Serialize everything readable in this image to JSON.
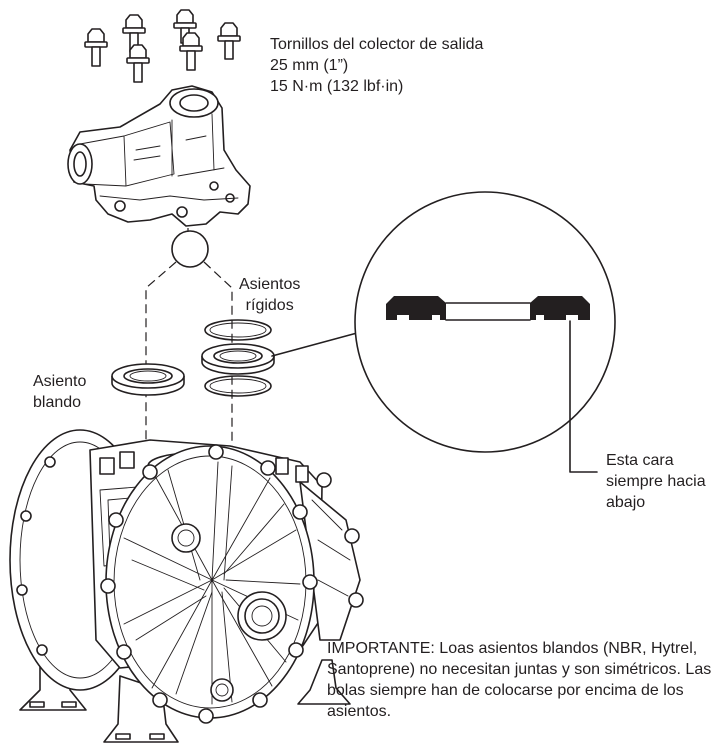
{
  "labels": {
    "screws": {
      "line1": "Tornillos del colector de salida",
      "line2": "25 mm (1”)",
      "line3": "15 N·m (132 lbf·in)"
    },
    "rigid_seats": {
      "line1": "Asientos",
      "line2": "rígidos"
    },
    "soft_seat": {
      "line1": "Asiento",
      "line2": "blando"
    },
    "face_down": {
      "line1": "Esta cara",
      "line2": "siempre hacia",
      "line3": "abajo"
    },
    "important_note": "IMPORTANTE: Loas asientos blandos (NBR, Hytrel, Santoprene) no necesitan juntas y son simétricos. Las bolas siempre han de colocarse por encima de los asientos."
  },
  "colors": {
    "line": "#231f20",
    "background": "#ffffff"
  }
}
